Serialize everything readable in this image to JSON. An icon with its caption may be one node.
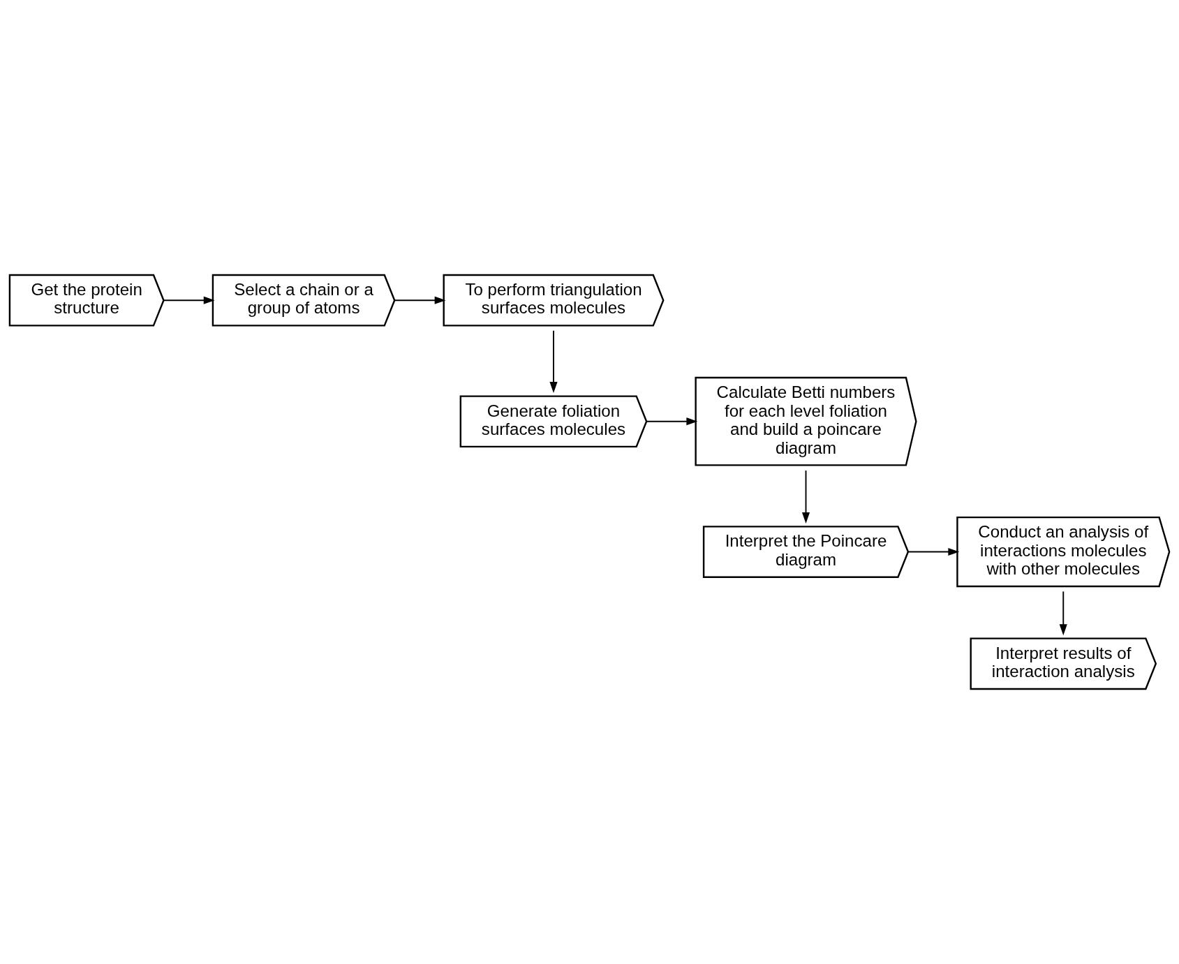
{
  "diagram": {
    "nodes": [
      {
        "text": [
          "Get the protein structure"
        ]
      },
      {
        "text": [
          "Select a chain or a group of atoms"
        ]
      },
      {
        "text": [
          "To perform triangulation surfaces molecules"
        ]
      },
      {
        "text": [
          "Generate foliation surfaces molecules"
        ]
      },
      {
        "text": [
          "Calculate Betti numbers for each level foliation and build a poincare diagram"
        ]
      },
      {
        "text": [
          "Interpret the Poincare diagram"
        ]
      },
      {
        "text": [
          "Conduct an analysis of interactions molecules with other molecules"
        ]
      },
      {
        "text": [
          "Interpret results of interaction analysis"
        ]
      }
    ],
    "edges": [
      {
        "from": 0,
        "to": 1,
        "arrow": "to"
      },
      {
        "from": 1,
        "to": 2,
        "arrow": "to"
      },
      {
        "from": 2,
        "to": 3,
        "arrow": "to"
      },
      {
        "from": 3,
        "to": 4,
        "arrow": "to"
      },
      {
        "from": 4,
        "to": 5,
        "arrow": "to"
      },
      {
        "from": 5,
        "to": 6,
        "arrow": "to"
      },
      {
        "from": 6,
        "to": 7,
        "arrow": "to"
      }
    ]
  }
}
